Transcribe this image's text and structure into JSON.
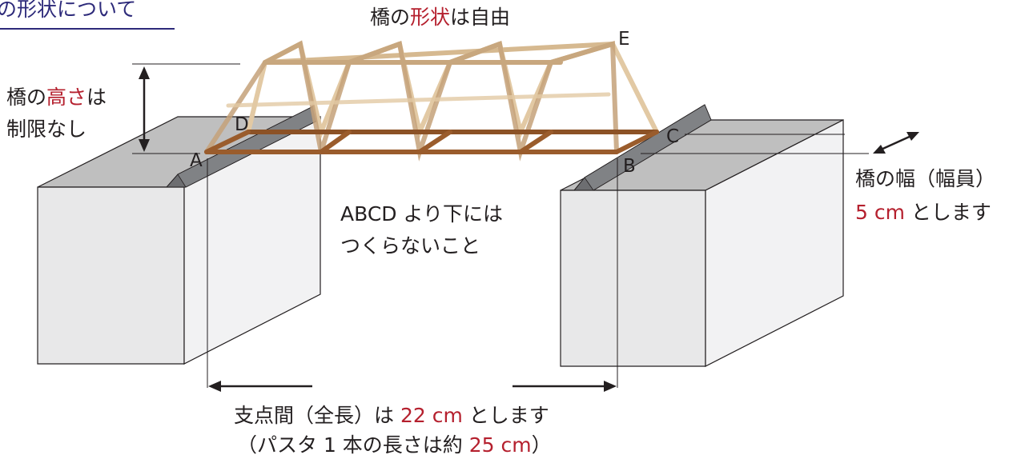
{
  "heading": "の形状について",
  "shape_label": {
    "pre": "橋の",
    "accent": "形状",
    "post": "は自由"
  },
  "height_label": {
    "line1_pre": "橋の",
    "line1_accent": "高さ",
    "line1_post": "は",
    "line2": "制限なし"
  },
  "width_label": {
    "line1": "橋の幅（幅員）",
    "line2_accent": "5 cm",
    "line2_post": " とします"
  },
  "below_note": {
    "line1": "ABCD より下には",
    "line2": "つくらないこと"
  },
  "span_label": {
    "line1_pre": "支点間（全長）は ",
    "line1_accent": "22 cm",
    "line1_post": " とします"
  },
  "pasta_note": {
    "pre": "（パスタ 1 本の長さは約 ",
    "accent": "25 cm",
    "post": "）"
  },
  "points": {
    "A": "A",
    "B": "B",
    "C": "C",
    "D": "D",
    "E": "E"
  },
  "colors": {
    "accent": "#b5202e",
    "heading": "#2d2a7a",
    "deck": "#9a5c2c",
    "truss_light": "#e2c9a4",
    "truss_mid": "#c4a179",
    "block_top": "#bfbfbf",
    "block_front": "#e8e8e9",
    "block_side": "#f2f2f3",
    "rail": "#6d6e71"
  }
}
